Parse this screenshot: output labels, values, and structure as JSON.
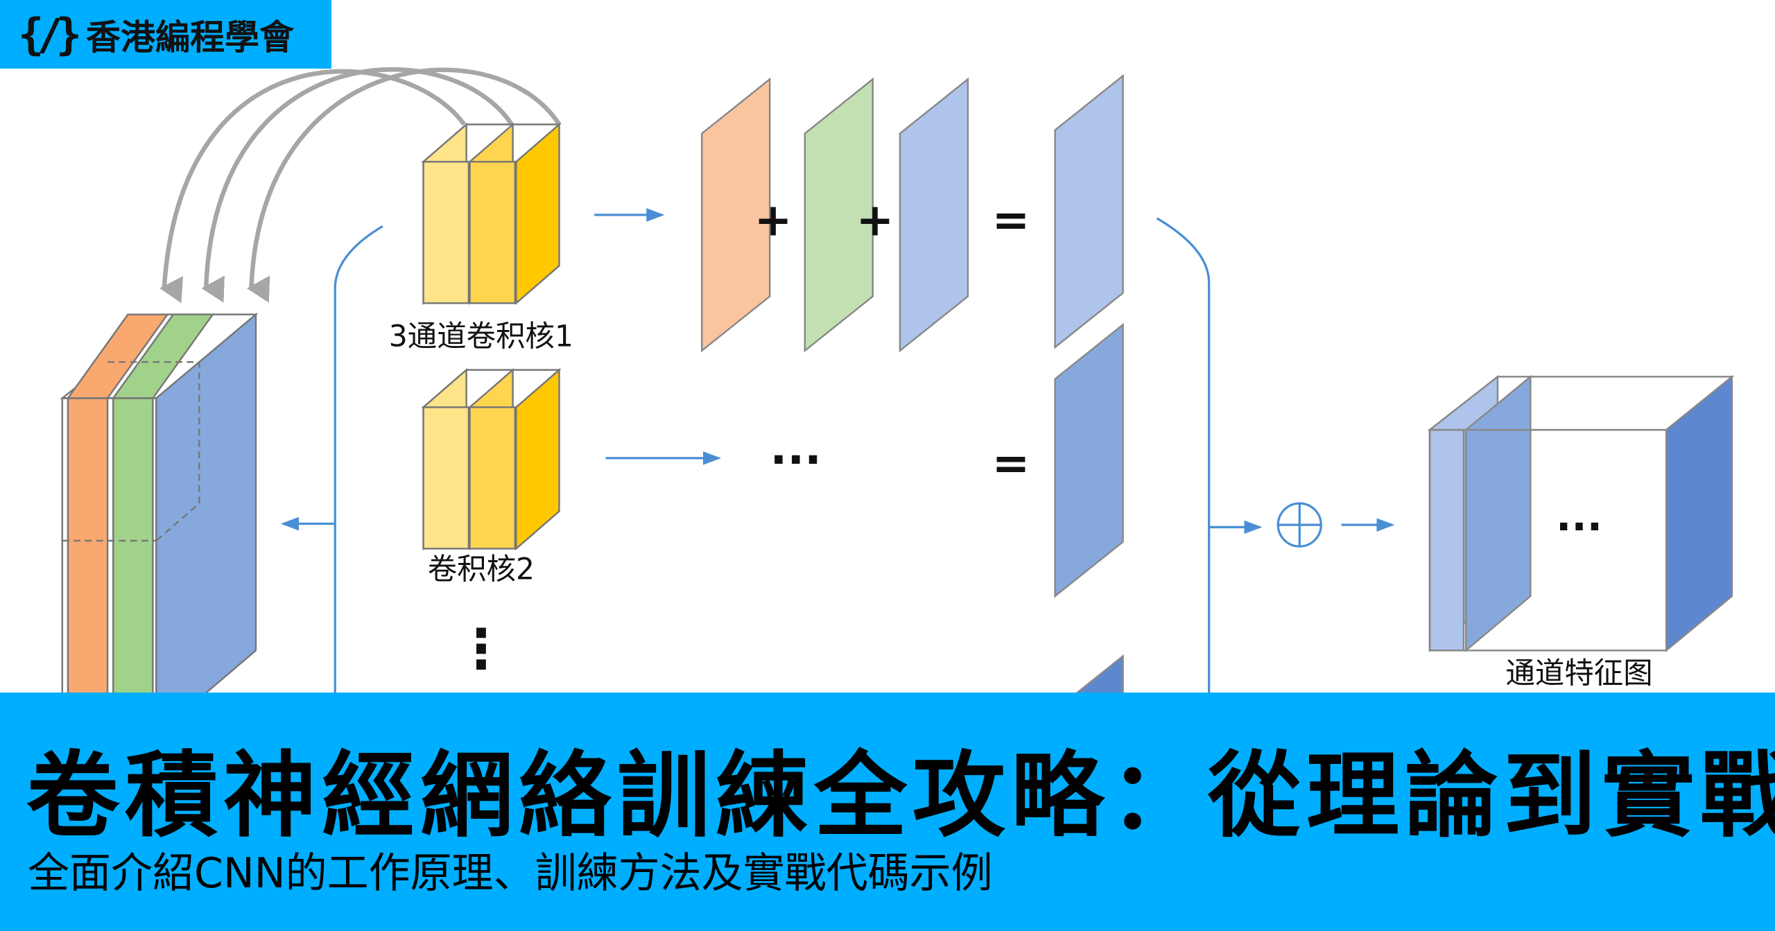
{
  "logo": {
    "icon": "code-braces-icon",
    "icon_text": "{/}",
    "name": "香港編程學會"
  },
  "diagram": {
    "kernel1_label": "3通道卷积核1",
    "kernel2_label": "卷积核2",
    "vertical_ellipsis": "⋮",
    "plus": "+",
    "equals": "=",
    "ellipsis": "···",
    "output_label": "通道特征图",
    "colors": {
      "orange": "#F9C49E",
      "green": "#C3E0B3",
      "blue_light": "#AFC4EA",
      "blue_mid": "#86A8DD",
      "blue_dark": "#5D88D0",
      "yellow1": "#FFE48A",
      "yellow2": "#FFD54F",
      "yellow3": "#FFC800",
      "arrow_blue": "#4A8FD4",
      "arc_gray": "#A6A6A6"
    }
  },
  "banner": {
    "title": "卷積神經網絡訓練全攻略：從理論到實戰",
    "subtitle": "全面介紹CNN的工作原理、訓練方法及實戰代碼示例",
    "color": "#00AEFF"
  }
}
